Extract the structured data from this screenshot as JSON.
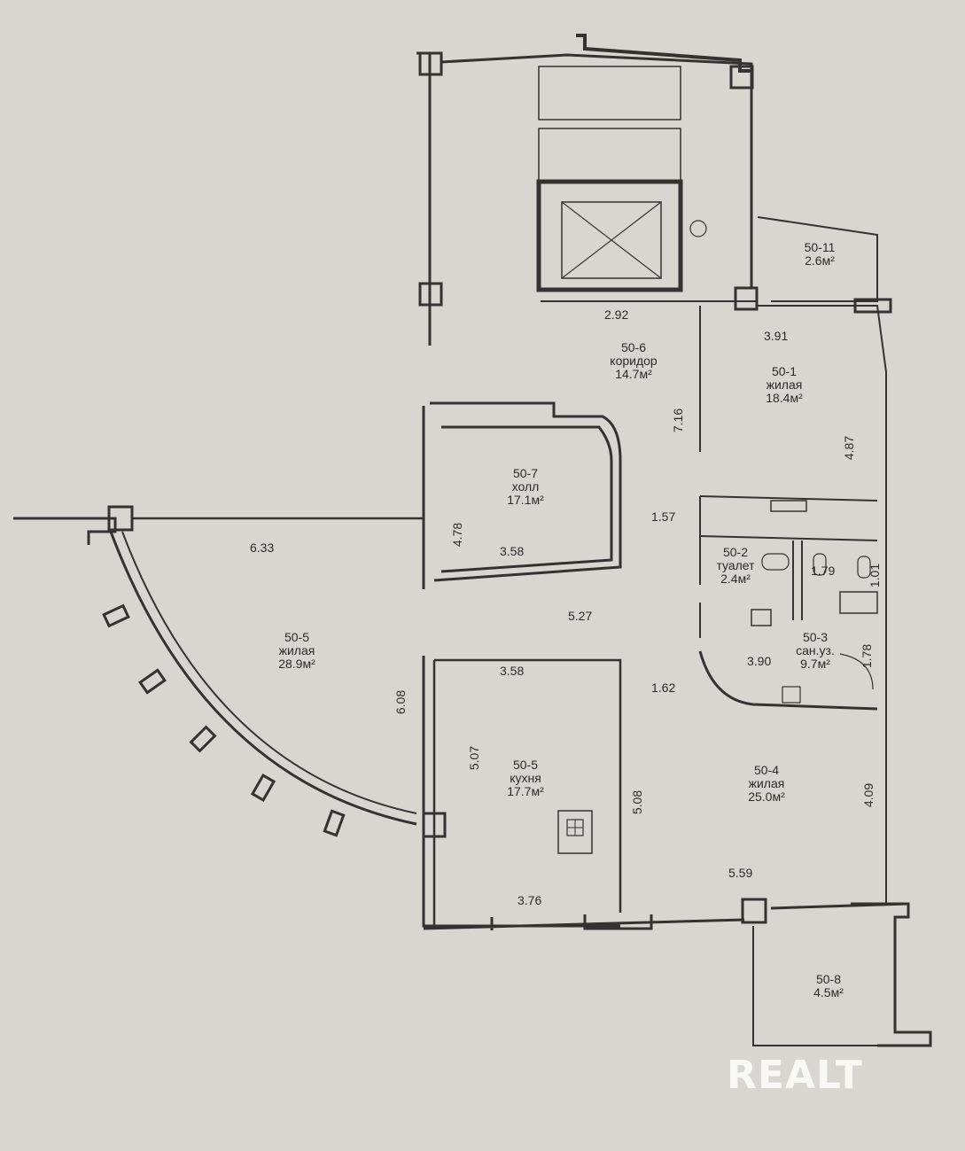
{
  "rooms": [
    {
      "code": "50-11",
      "name": "",
      "area": "2.6м²"
    },
    {
      "code": "50-6",
      "name": "коридор",
      "area": "14.7м²"
    },
    {
      "code": "50-1",
      "name": "жилая",
      "area": "18.4м²"
    },
    {
      "code": "50-7",
      "name": "холл",
      "area": "17.1м²"
    },
    {
      "code": "50-2",
      "name": "туалет",
      "area": "2.4м²"
    },
    {
      "code": "50-5",
      "name": "жилая",
      "area": "28.9м²"
    },
    {
      "code": "50-3",
      "name": "сан.уз.",
      "area": "9.7м²"
    },
    {
      "code": "50-5",
      "name": "кухня",
      "area": "17.7м²"
    },
    {
      "code": "50-4",
      "name": "жилая",
      "area": "25.0м²"
    },
    {
      "code": "50-8",
      "name": "",
      "area": "4.5м²"
    }
  ],
  "dimensions": [
    "2.92",
    "3.91",
    "7.16",
    "4.87",
    "6.33",
    "4.78",
    "3.58",
    "1.57",
    "1.79",
    "1.01",
    "5.27",
    "1.78",
    "3.90",
    "1.62",
    "6.08",
    "3.58",
    "5.07",
    "5.08",
    "4.09",
    "5.59",
    "3.76"
  ],
  "watermark": "REALT"
}
